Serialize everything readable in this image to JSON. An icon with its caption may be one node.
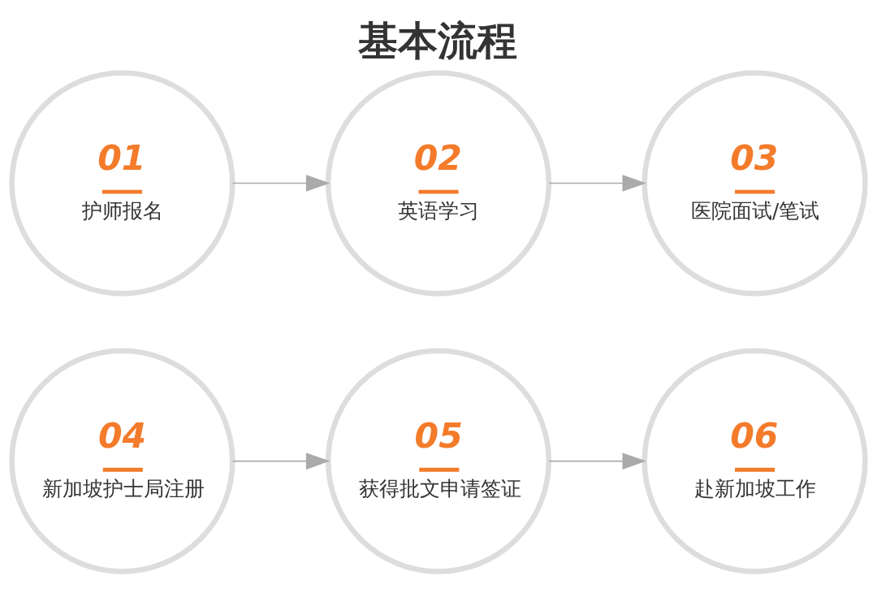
{
  "diagram": {
    "title": "基本流程",
    "nodes": [
      {
        "text": [
          "01",
          "护师报名"
        ]
      },
      {
        "text": [
          "02",
          "英语学习"
        ]
      },
      {
        "text": [
          "03",
          "医院面试/笔试"
        ]
      },
      {
        "text": [
          "04",
          "新加坡护士局注册"
        ]
      },
      {
        "text": [
          "05",
          "获得批文申请签证"
        ]
      },
      {
        "text": [
          "06",
          "赴新加坡工作"
        ]
      }
    ],
    "edges": [
      {
        "from": 0,
        "to": 1,
        "arrow": "to"
      },
      {
        "from": 1,
        "to": 2,
        "arrow": "to"
      },
      {
        "from": 3,
        "to": 4,
        "arrow": "to"
      },
      {
        "from": 4,
        "to": 5,
        "arrow": "to"
      }
    ]
  }
}
